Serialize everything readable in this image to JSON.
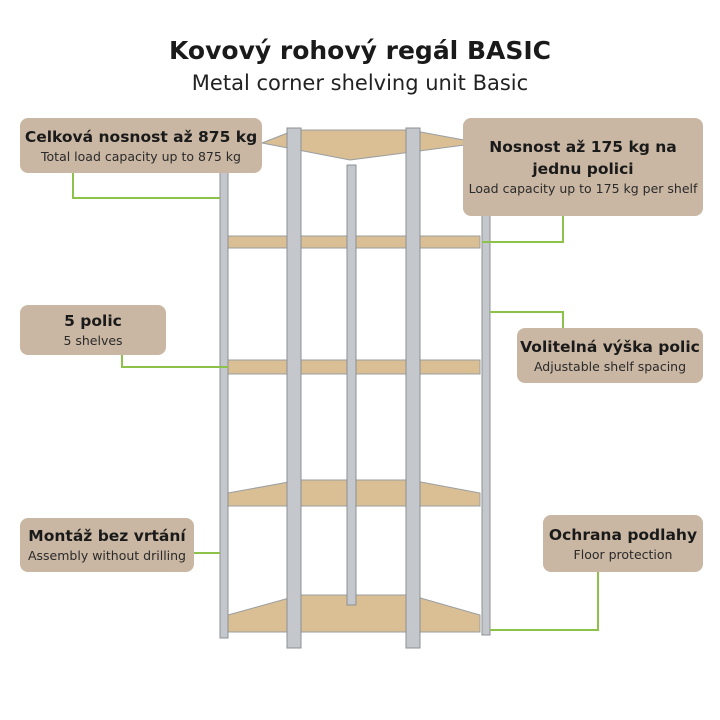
{
  "header": {
    "title": "Kovový rohový regál BASIC",
    "subtitle": "Metal corner shelving unit Basic"
  },
  "features": [
    {
      "title": "Celková nosnost až 875 kg",
      "subtitle": "Total load capacity up to 875 kg"
    },
    {
      "title": "Nosnost až 175 kg na jednu polici",
      "subtitle": "Load capacity up to 175 kg per shelf"
    },
    {
      "title": "5 polic",
      "subtitle": "5 shelves"
    },
    {
      "title": "Volitelná výška polic",
      "subtitle": "Adjustable shelf spacing"
    },
    {
      "title": "Montáž bez vrtání",
      "subtitle": "Assembly without drilling"
    },
    {
      "title": "Ochrana podlahy",
      "subtitle": "Floor protection"
    }
  ],
  "colors": {
    "box": "#c9b7a3",
    "connector": "#8dc24a",
    "metal": "#c4c8cc",
    "board": "#d9bf93"
  }
}
